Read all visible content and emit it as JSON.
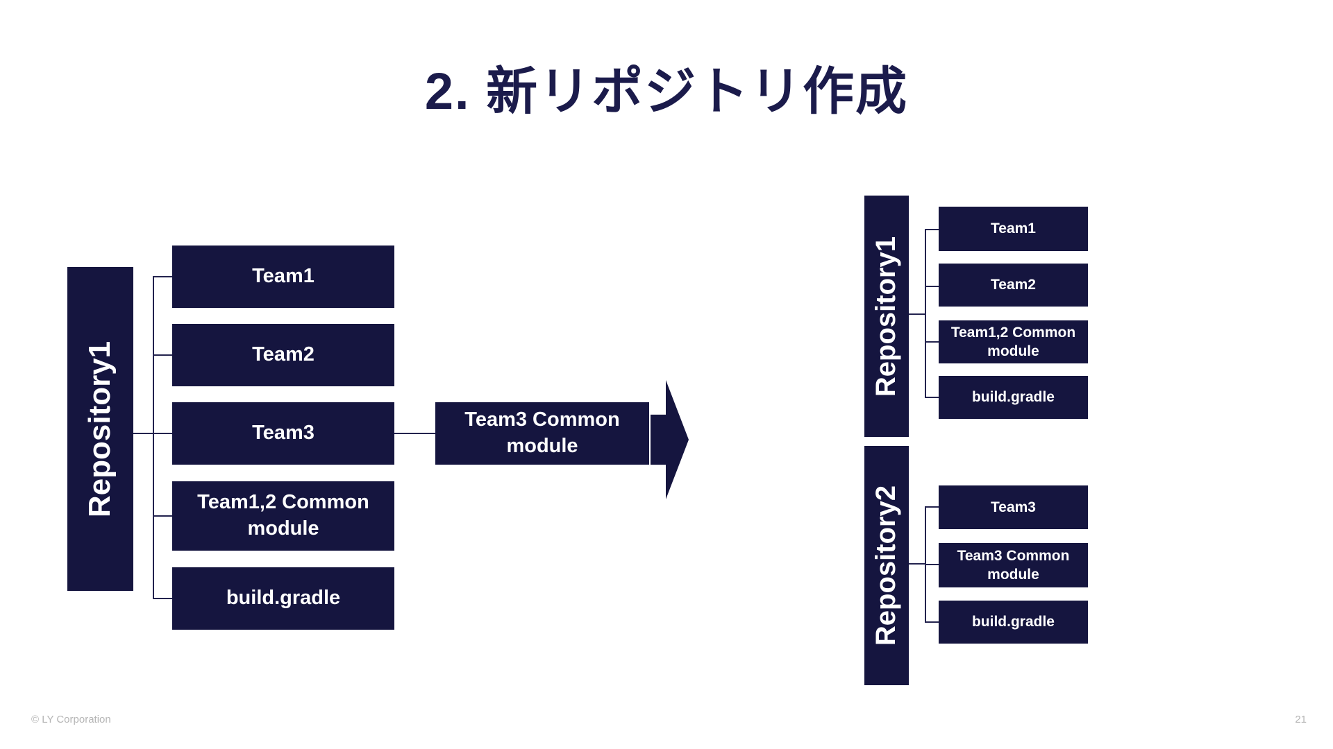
{
  "slide": {
    "title": "2. 新リポジトリ作成",
    "copyright": "© LY Corporation",
    "page_number": "21"
  },
  "colors": {
    "box_navy": "#15153f",
    "connector_line": "#23234e",
    "title_text": "#1b1b4b",
    "box_text": "#ffffff",
    "footer_text": "#b5b5b5",
    "background": "#ffffff"
  },
  "before_diagram": {
    "repository": "Repository1",
    "modules": [
      "Team1",
      "Team2",
      "Team3",
      "Team1,2 Common module",
      "build.gradle"
    ]
  },
  "extracted_module": "Team3 Common module",
  "after_diagram": {
    "repository1": "Repository1",
    "repository1_modules": [
      "Team1",
      "Team2",
      "Team1,2 Common module",
      "build.gradle"
    ],
    "repository2": "Repository2",
    "repository2_modules": [
      "Team3",
      "Team3 Common module",
      "build.gradle"
    ]
  }
}
